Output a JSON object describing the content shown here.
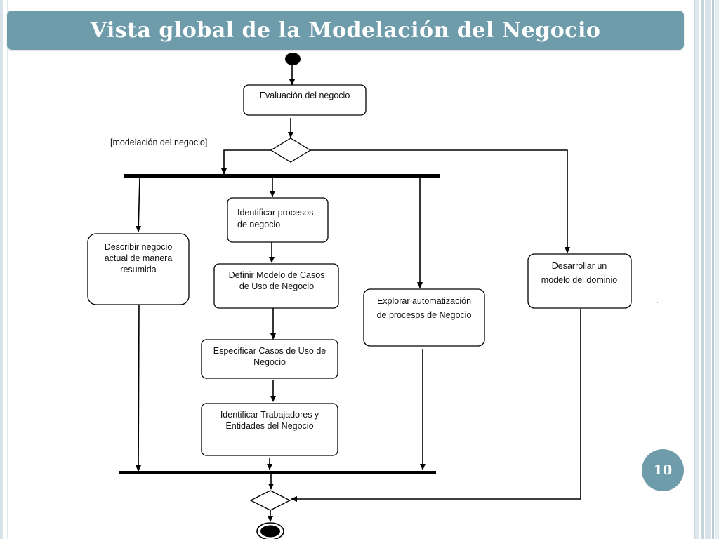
{
  "slide": {
    "title": "Vista global de la Modelación del Negocio",
    "page_number": "10"
  },
  "diagram": {
    "guard_label": "[modelación del negocio]",
    "stray_mark": ".",
    "nodes": {
      "evaluacion": [
        "Evaluación del negocio"
      ],
      "identificar_procesos": [
        "Identificar procesos",
        "de negocio"
      ],
      "describir_negocio": [
        "Describir negocio",
        "actual de manera",
        "resumida"
      ],
      "definir_modelo": [
        "Definir Modelo de Casos",
        "de Uso de Negocio"
      ],
      "explorar": [
        "Explorar automatización",
        "de procesos de  Negocio"
      ],
      "desarrollar": [
        "Desarrollar un",
        "modelo del dominio"
      ],
      "especificar": [
        "Especificar Casos de Uso de",
        "Negocio"
      ],
      "identificar_trabajadores": [
        "Identificar Trabajadores y",
        "Entidades del Negocio"
      ]
    }
  },
  "colors": {
    "accent": "#6e9cab",
    "line": "#000000"
  }
}
